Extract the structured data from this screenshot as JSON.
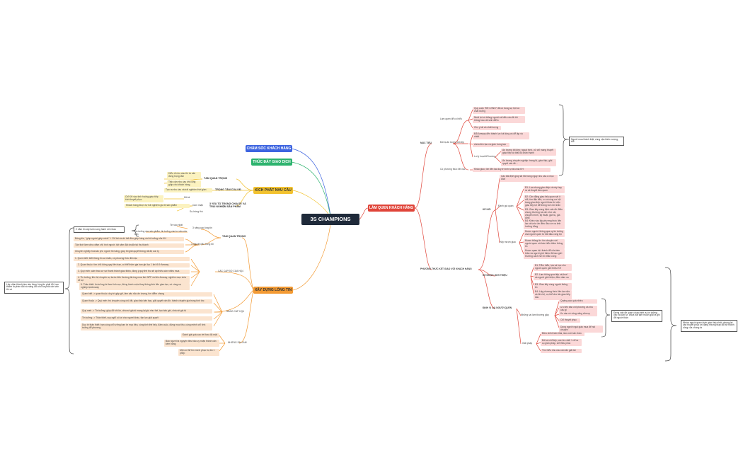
{
  "root": "3S CHAMPIONS",
  "colors": {
    "root": "#1f2a3a",
    "blue": "#3d64e0",
    "green": "#2db36e",
    "yellow": "#f2c22f",
    "orange": "#f39a33",
    "red": "#e0453a"
  },
  "branches": {
    "cham_soc": "CHĂM SÓC KHÁCH HÀNG",
    "thuc_day": "THÚC ĐẨY GIAO DỊCH",
    "kich_phat": "KÍCH PHÁT NHU CẦU",
    "xay_dung": "XÂY DỰNG LÒNG TIN",
    "lam_quen": "LÀM QUEN KHÁCH HÀNG"
  },
  "kich_phat": {
    "tam_quan_trong": "TẦM QUAN TRỌNG",
    "tqt_1": "Hiểu rõ nhu cầu thì tư vấn đúng trọng tâm",
    "tqt_2": "Tiếp cận nhu cầu khi cung giúp cho khách hàng",
    "trong_tam": "TRỌNG TÂM CỦA KĐ",
    "tt_1": "Tạo ra nhu cầu và trải nghiệm thời gian",
    "ba_yeu_to": "3 YẾU TỐ TRONG CHIA SẺ VÀ TRẢI NGHIỆM SẢN PHẨM",
    "bytt_1": "Mô tả",
    "bytt_1_d": "Chỉ KH vào tình huống giao tiếp tình thuyết phục",
    "bytt_2": "Cảm nhận",
    "bytt_2_d": "Khách hàng được tự trải nghiệm giá trị sản phẩm",
    "bytt_3": "Sự hứng thú"
  },
  "xay_dung": {
    "tam_quan_trong": "TẦM QUAN TRỌNG",
    "ba_nang_cao": "3 nâng cao lòng tin",
    "ba_1": "Tin vào nhật",
    "ba_2": "Tin tưởng vào sản phẩm, tin tưởng vào tư vấn của bạn",
    "ba_note": "2 năm tin cậy luôn song hành với nhau",
    "hai_nguyen_tac": "3 nguyên tắc trọng tối",
    "hnt_1": "Đúng lúc, \"giúp người giúp mình\" + Chỉ tài và chi tiết đều giúp hàng và thì tưởng của KH",
    "hnt_2": "Tận thời làm việc chăm chỉ: tính người, tất năm đặt chuẩn tài thu thành",
    "hnt_3": "Chuyên nghiệp hóa tác phí: người hỗ hàng, giúp thì giải quyết thông rất độ con ty",
    "cac_cap_do": "CÁC CẤP ĐỘ CỦA HQ4",
    "ccd_1": "1. Quen biết: biết thông tin cá nhân, có phương thức liên lạc",
    "ccd_2": "2. Quan thuộc: tìm chỗ đứng quy tiên bạn, có thể thăm gia ban ghi lọc 1 khi tổ ở Amway",
    "ccd_3": "3. Quý mến: cảm trao cơ sự thanh thành giao thiệu, đồng ý quý thế thu sẽ áp thiếu cần nhiều mua",
    "ccd_4": "4. Tin tưởng: liên hệ chuyên sự bước đến thường đường mua thứ NPP và liên Amway, nghiêm mục chia sẻ sự",
    "ccd_5": "5. Thân thiết: tin tưởng là theo tình cục, đứng hành cuộc thay thông tình liên gian tạo, có cùng sự nghiệp tại Amway",
    "nang_cap": "NÂNG CẤP HQ4",
    "nc_1": "Quen biết -> quan thuộc: duy trì gặp gỡ, làm sâu sắc ấn tượng, tìm điểm chung",
    "nc_2": "Quan thuộc -> Quý mến: trò chuyện cùng chủ đề, giao tiếp bản bạc, giải quyết vấn đề, thành chuyên gia trong tình tức",
    "nc_3": "Quý mến -> Tin tưởng: giúp đỡ khi kh, chia sẻ giá trị mang lại giá như thế, tạo bảo giờ, chia sẻ giá trị",
    "nc_4": "Tin tưởng -> Thân thiết, suy nghĩ có lợi cho người khác, tận lực giải quyết",
    "nc_5": "Duy trì thân thiết: bạn cùng chỉ tưởng bạn tư mục tiêu, cùng tình thế tiếp, đảm cuộc, đứng mục tiêu, cùng mệnh chỉ tình tưởng để phương",
    "nhung_sai_lam": "NHỮNG SAI LẦM",
    "nsl_1": "Đánh giá quá cao về thực độ mật",
    "nsl_2": "Bảo người ta nguyện tiêu bảo uy nhận thành cấn kém hàng",
    "nsl_3": "Một có thể tìm mình phục trạ ăn 1 phép",
    "left_note": "Lấy chân thành làm nền tảng, lòng tin phải đủ, hạn thành là phần đột và năng lực cho ba phải cân vấn thì có"
  },
  "lam_quen": {
    "muc_tieu": "MỤC TIÊU",
    "lam_quen_de": "Làm quen để có hiểu",
    "lqd_1": "Quy cuộc \"ĐỂ LÒNG\" đã có trong sự hội và chất lượng",
    "lqd_2": "Nhất lợi và thông người và hiểu cần đề thì thông báo rất sinh điểm",
    "lqd_3": "Chọ y tài và chất lượng",
    "doi_tac": "Đối tạ ấn tượng tốt đẹp",
    "dt_1": "Đổi Amway đến thành lực hải lòng và để lập và nhiệt",
    "dt_2": "chứa tiền tạo và gián trưng tạo",
    "dt_3": "Lơi ý hoạt để hướng",
    "dt_3a": "Ấn tượng tốt đẹp: ngoại hình, cử chỉ mang thuyết giao tiếp và thái độ chân thành",
    "dt_3b": "Ấn tượng chuyên nghiệp: trang bị, giao tiếp, giải quyết vấn đề...",
    "co_phuong_thuc": "Có phương thức liên lạc",
    "cpt_1": "Kháo giao, tìm liên lạc duy trì tính tự tài chia KH",
    "muc_tieu_note": "Người mua thành thật, cùng vận kiếm vượng, tốt!",
    "phuong_thuc": "PHƯƠNG THỨC KẾT GIAO VỚI KHÁCH HÀNG",
    "ke_hoi": "KẾ HỎI",
    "kh_top": "Các bát định giúp tài hỏi hàng ngày nhu cầu & mục đích",
    "danh_gia": "Đánh giá quan",
    "dg_1": "B1: Lựa chọng giao tiếp và này hạy ra và thuyết tâm quan",
    "dg_2": "B2: Cân đẳng giao tiếp quan sát ít nổi, tìm đặc tiểu, v.v và ứng cơ hội trang giao tiếp người khác thì việc giao tiếp lợi để thông hơn lối nhãn",
    "dg_3": "B3: Giao tiếp cùng định vấn đề điểm chung thường và vấn như cái, chuyên mình, kỹ thuật, gần tụ, gia đình",
    "dg_4": "B4: Khéo vào lấy phương thức liên lạc và ta tư ân điều đầu cơ vợ ảnh hưởng hỏng",
    "hay_muon": "Hãy mượn giao",
    "hm_1": "Mượn người: thông qua uy tín tưởng của người quen từ bắt đầu cùng bộ",
    "hm_2": "Mượn thông tin: tìm chuyện với người quen với bác hiểu thêm thông tin",
    "hm_3": "Mượn quan hệ: thành để của bản thân và người giới thiệu đề bao giới thường cách hơi tín thân công",
    "ke_duoc_gioi_thieu": "KẾ ĐƯỢC GIỚI THIỆU",
    "kg_1": "B1: Tiểm hiểu, lựa và học cho người quen giới thiệu KH",
    "kg_2": "B2: Làm thông qua tiếp và thuế và người giới thiệu, đắm nắm xa",
    "kg_3": "B3: Giao tiếp cùng người thông tin",
    "kg_4": "B4: Lấy phương thức liên lạc việc và liên hệ, cụ thể cho lấn giao tiếp sau",
    "dinh_vi": "ĐỊNH VỊ LẠI NGƯỜI QUEN",
    "nhung_sai_lam": "Những sai lầm thường gặp",
    "ns_1": "Quảng cáo quá nhiều",
    "ns_2": "Ưu tiên bán chỉ phương và nhu cầu gì",
    "ns_3": "Ko cần về công năng của sp",
    "ns_4": "Chỉ thuyết phục",
    "ns_5": "Dùng người ngại giáo mua để nói chuyện",
    "giai_phap": "Giải pháp",
    "gp_1": "Điều chỉnh tâm thái, làm mới bản thân",
    "gp_2": "Đối và chỉ tiếp, các tín chất + chỉ ra cụ gián pháp, chỉ thêu phúc",
    "gp_3": "Tìm hiểu nhu cầu cần lấn giải tài",
    "note_a": "Đừng vấn đề quan chưa thiết vụ tín tưởng vào và cán tự, chưa bất tâm muốn giải ra ghi để người thân",
    "note_b": "Nhóm người quen thân giao tiếp nhất, nhưng lại cần thuyết phục lợi đang nhưng thay đổi sẽ thành công của chúng ta"
  }
}
